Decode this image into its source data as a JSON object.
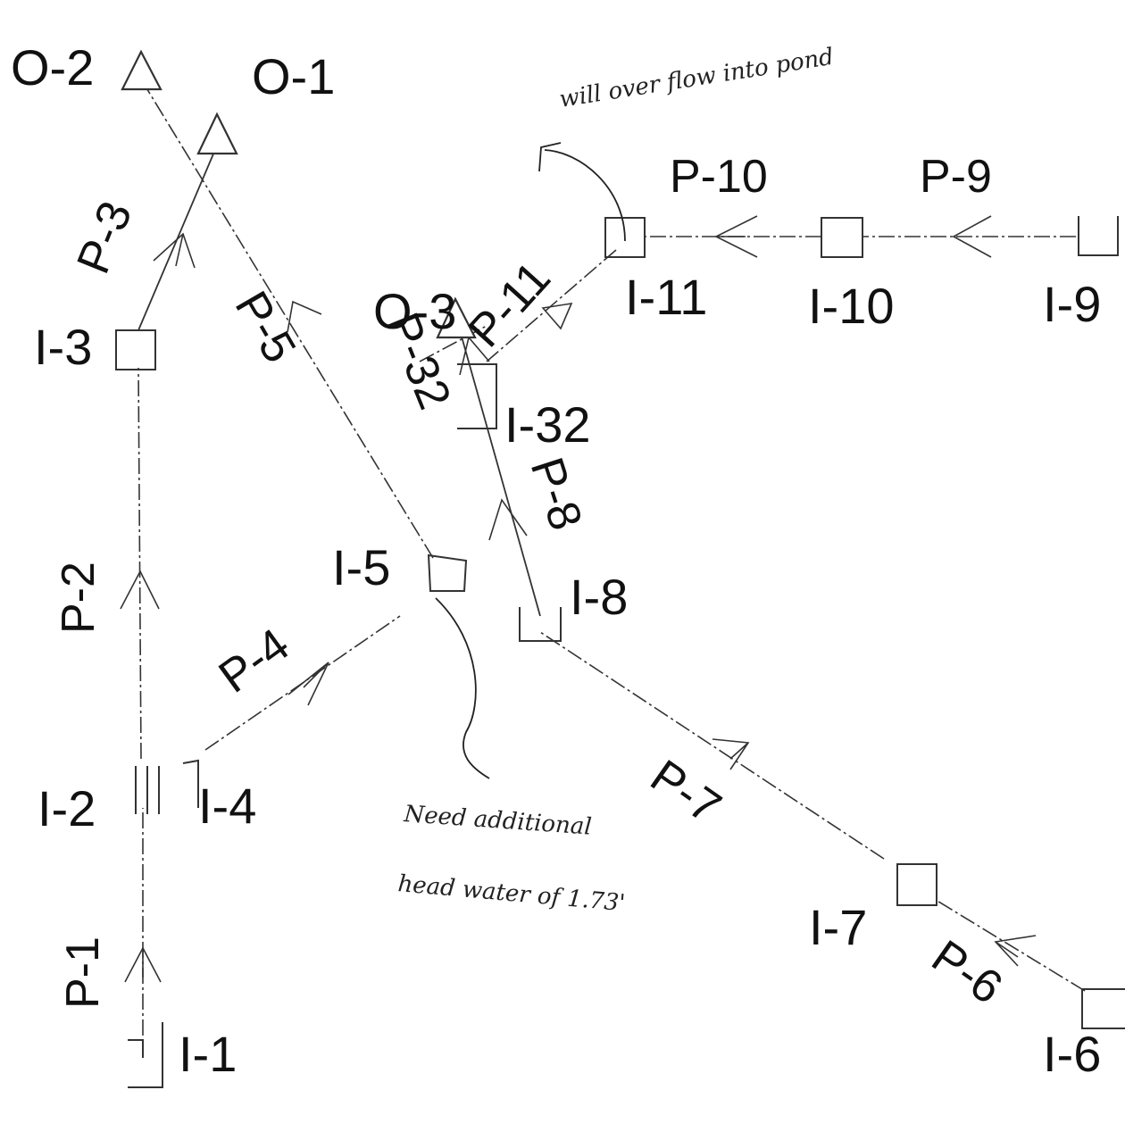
{
  "diagram": {
    "outfalls": {
      "o2": "O-2",
      "o1": "O-1",
      "o3": "O-3"
    },
    "inlets": {
      "i1": "I-1",
      "i2": "I-2",
      "i3": "I-3",
      "i4": "I-4",
      "i5": "I-5",
      "i6": "I-6",
      "i7": "I-7",
      "i8": "I-8",
      "i9": "I-9",
      "i10": "I-10",
      "i11": "I-11",
      "i32": "I-32"
    },
    "pipes": {
      "p1": "P-1",
      "p2": "P-2",
      "p3": "P-3",
      "p4": "P-4",
      "p5": "P-5",
      "p6": "P-6",
      "p7": "P-7",
      "p8": "P-8",
      "p9": "P-9",
      "p10": "P-10",
      "p11": "P-11",
      "p32": "P-32"
    },
    "notes": {
      "overflow": "will over flow into pond",
      "head_line1": "Need additional",
      "head_line2": "head water of 1.73'"
    }
  }
}
